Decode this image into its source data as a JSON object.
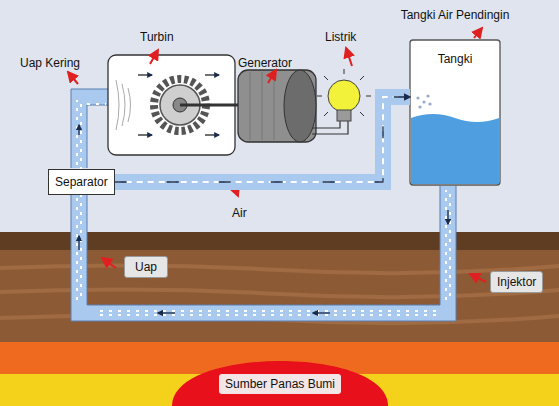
{
  "diagram": {
    "nodes": [
      {
        "text": [
          "Tangki Air Pendingin",
          "Tangki"
        ]
      },
      {
        "text": [
          "Separator"
        ]
      },
      {
        "text": [
          "Uap"
        ]
      },
      {
        "text": [
          "Injektor"
        ]
      },
      {
        "text": [
          "Sumber Panas Bumi"
        ]
      }
    ],
    "edges": [
      {
        "from": 1,
        "to": 0,
        "arrow": "to"
      }
    ],
    "labels": [
      "Uap Kering",
      "Turbin",
      "Generator",
      "Listrik",
      "Air"
    ]
  }
}
